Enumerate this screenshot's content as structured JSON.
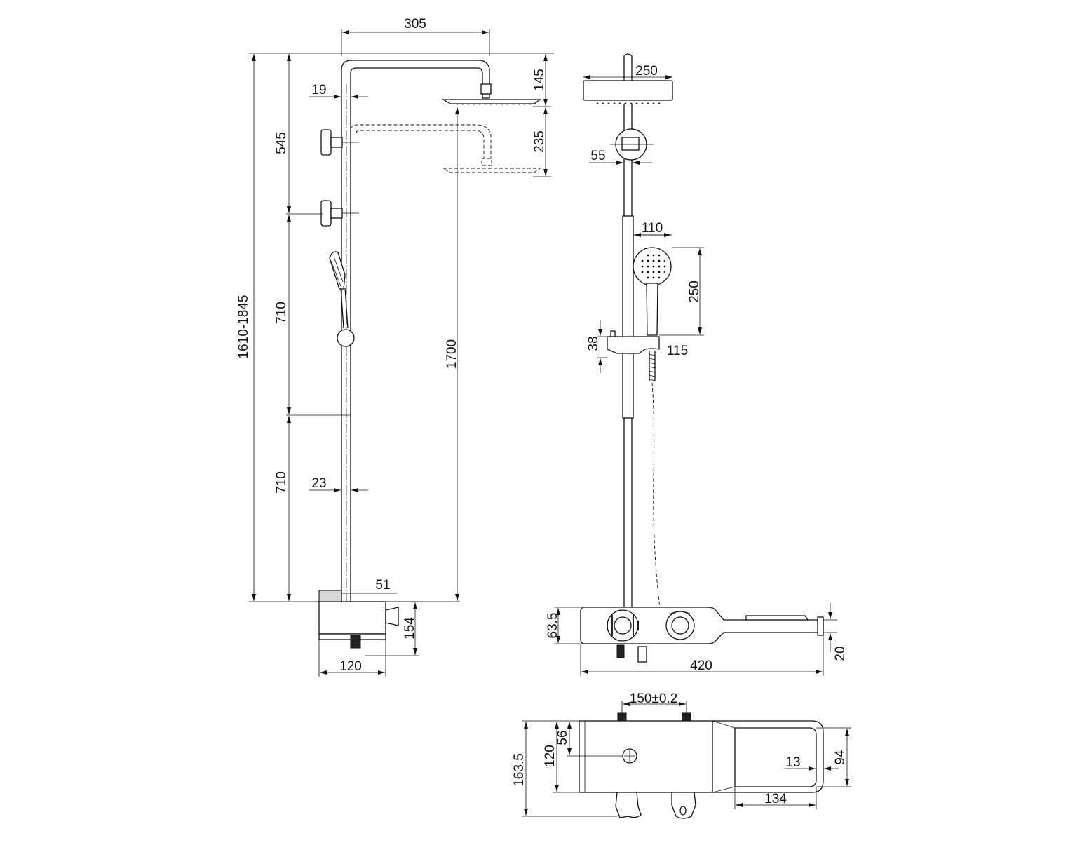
{
  "colors": {
    "ink": "#111111",
    "background": "#ffffff"
  },
  "dimensions": {
    "front": {
      "arm_width": "305",
      "total_height": "1610-1845",
      "upper_section": "545",
      "middle_section": "710",
      "lower_section": "710",
      "rain_drop": "145",
      "rain_drop_lower": "235",
      "pipe_upper": "19",
      "pipe_lower": "23",
      "overall_height": "1700",
      "offset": "51",
      "box_height": "154",
      "box_depth": "120"
    },
    "side": {
      "head_width": "250",
      "bracket": "55",
      "hand_width": "110",
      "hand_length": "250",
      "slider_height": "38",
      "slider_width": "115",
      "body_height": "63.5",
      "shelf_height": "20",
      "body_width": "420"
    },
    "top": {
      "inlet_spacing": "150±0.2",
      "total_depth": "163.5",
      "body_depth": "120",
      "outlet_offset": "56",
      "shelf_depth": "94",
      "edge": "13",
      "shelf_width": "134"
    }
  }
}
